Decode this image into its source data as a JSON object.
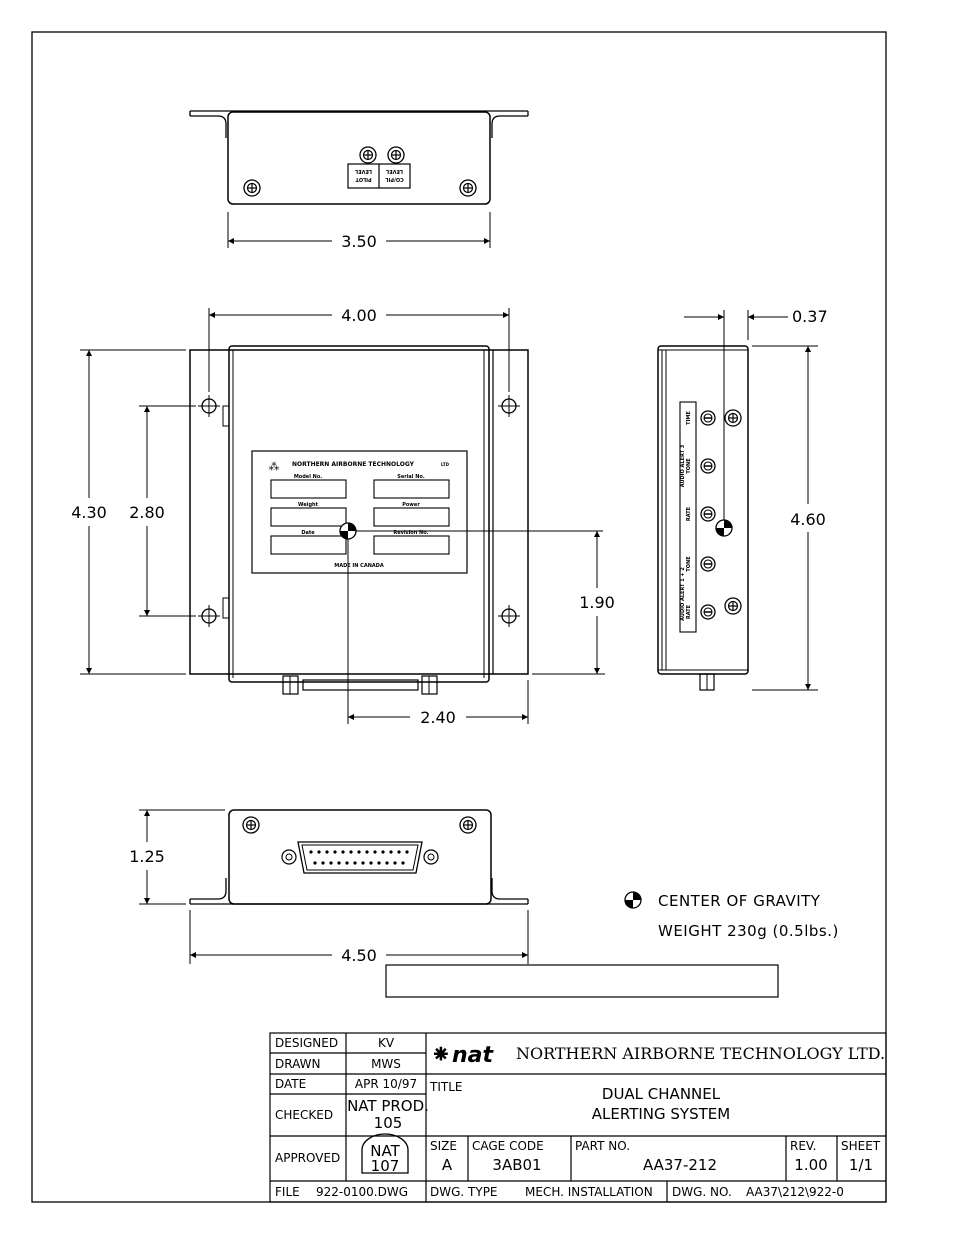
{
  "front_view": {
    "label_pilot": "PILOT",
    "label_copil": "CO/PIL",
    "label_level": "LEVEL",
    "dim_width": "3.50"
  },
  "top_view": {
    "dim_width": "4.00",
    "dim_height": "4.30",
    "dim_hole_spacing": "2.80",
    "dim_cg_y": "1.90",
    "dim_cg_x": "2.40",
    "nameplate": {
      "company": "NORTHERN AIRBORNE TECHNOLOGY",
      "company_suffix": "LTD",
      "model_no": "Model No.",
      "serial_no": "Serial No.",
      "weight": "Weight",
      "power": "Power",
      "date": "Date",
      "revision_no": "Revision No.",
      "made_in": "MADE IN CANADA"
    }
  },
  "side_view": {
    "dim_depth": "0.37",
    "dim_height": "4.60",
    "label_time": "TIME",
    "label_tone": "TONE",
    "label_rate": "RATE",
    "label_alert3": "AUDIO ALERT 3",
    "label_alert12": "AUDIO ALERT 1 + 2"
  },
  "rear_view": {
    "dim_height": "1.25",
    "dim_width": "4.50"
  },
  "notes": {
    "cg": "CENTER OF GRAVITY",
    "weight": "WEIGHT 230g (0.5lbs.)"
  },
  "title_block": {
    "designed_label": "DESIGNED",
    "designed_value": "KV",
    "drawn_label": "DRAWN",
    "drawn_value": "MWS",
    "date_label": "DATE",
    "date_value": "APR 10/97",
    "checked_label": "CHECKED",
    "checked_value_1": "NAT PROD.",
    "checked_value_2": "105",
    "approved_label": "APPROVED",
    "approved_stamp_1": "NAT",
    "approved_stamp_2": "107",
    "logo_text": "nat",
    "company": "NORTHERN AIRBORNE TECHNOLOGY LTD.",
    "title_label": "TITLE",
    "title_line1": "DUAL CHANNEL",
    "title_line2": "ALERTING SYSTEM",
    "size_label": "SIZE",
    "size_value": "A",
    "cage_label": "CAGE CODE",
    "cage_value": "3AB01",
    "part_label": "PART NO.",
    "part_value": "AA37-212",
    "rev_label": "REV.",
    "rev_value": "1.00",
    "sheet_label": "SHEET",
    "sheet_value": "1/1",
    "file_label": "FILE",
    "file_value": "922-0100.DWG",
    "dwg_type_label": "DWG. TYPE",
    "dwg_type_value": "MECH. INSTALLATION",
    "dwg_no_label": "DWG. NO.",
    "dwg_no_value": "AA37\\212\\922-0"
  }
}
